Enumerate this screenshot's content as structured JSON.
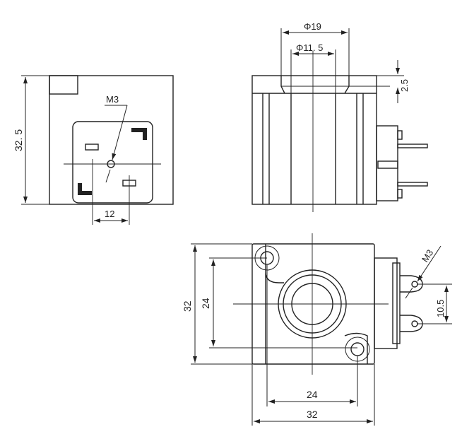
{
  "drawing": {
    "front_view": {
      "height_label": "32. 5",
      "thread_label": "M3",
      "pin_spacing_label": "12"
    },
    "side_view": {
      "outer_diameter_label": "Φ19",
      "inner_diameter_label": "Φ11. 5",
      "step_label": "2.5"
    },
    "top_view": {
      "outer_height_label": "32",
      "hole_height_label": "24",
      "terminal_spacing_label": "10.5",
      "thread_label": "M3",
      "hole_width_label": "24",
      "outer_width_label": "32"
    }
  }
}
